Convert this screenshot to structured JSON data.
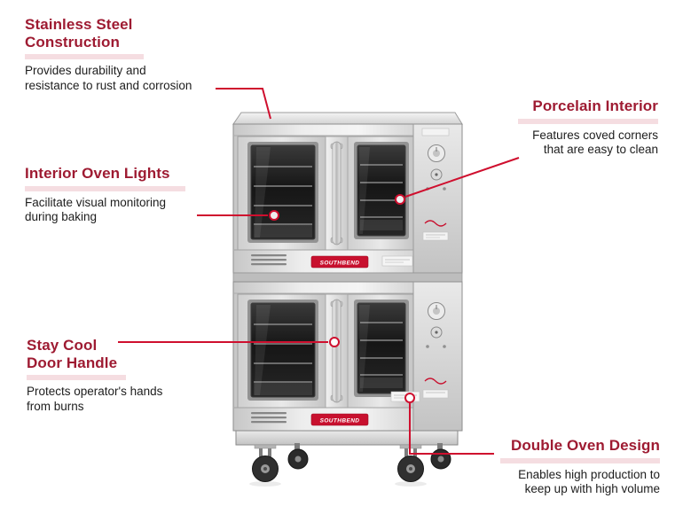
{
  "product": {
    "brand": "SOUTHBEND",
    "kind": "double-deck convection oven"
  },
  "colors": {
    "heading": "#9e1b32",
    "underline_bar": "#f5dde1",
    "connector": "#cf0f2e",
    "logo_plate": "#c8102e",
    "body_text": "#1d1d1d",
    "background": "#ffffff"
  },
  "callouts": [
    {
      "id": "stainless-steel-construction",
      "title_lines": [
        "Stainless Steel",
        "Construction"
      ],
      "desc_lines": [
        "Provides durability and",
        "resistance to rust and corrosion"
      ]
    },
    {
      "id": "porcelain-interior",
      "title_lines": [
        "Porcelain Interior"
      ],
      "desc_lines": [
        "Features coved corners",
        "that are easy to clean"
      ]
    },
    {
      "id": "interior-oven-lights",
      "title_lines": [
        "Interior Oven Lights"
      ],
      "desc_lines": [
        "Facilitate visual monitoring",
        "during baking"
      ]
    },
    {
      "id": "stay-cool-door-handle",
      "title_lines": [
        "Stay Cool",
        "Door Handle"
      ],
      "desc_lines": [
        "Protects operator's hands",
        "from burns"
      ]
    },
    {
      "id": "double-oven-design",
      "title_lines": [
        "Double Oven Design"
      ],
      "desc_lines": [
        "Enables high production to",
        "keep up with high volume"
      ]
    }
  ]
}
